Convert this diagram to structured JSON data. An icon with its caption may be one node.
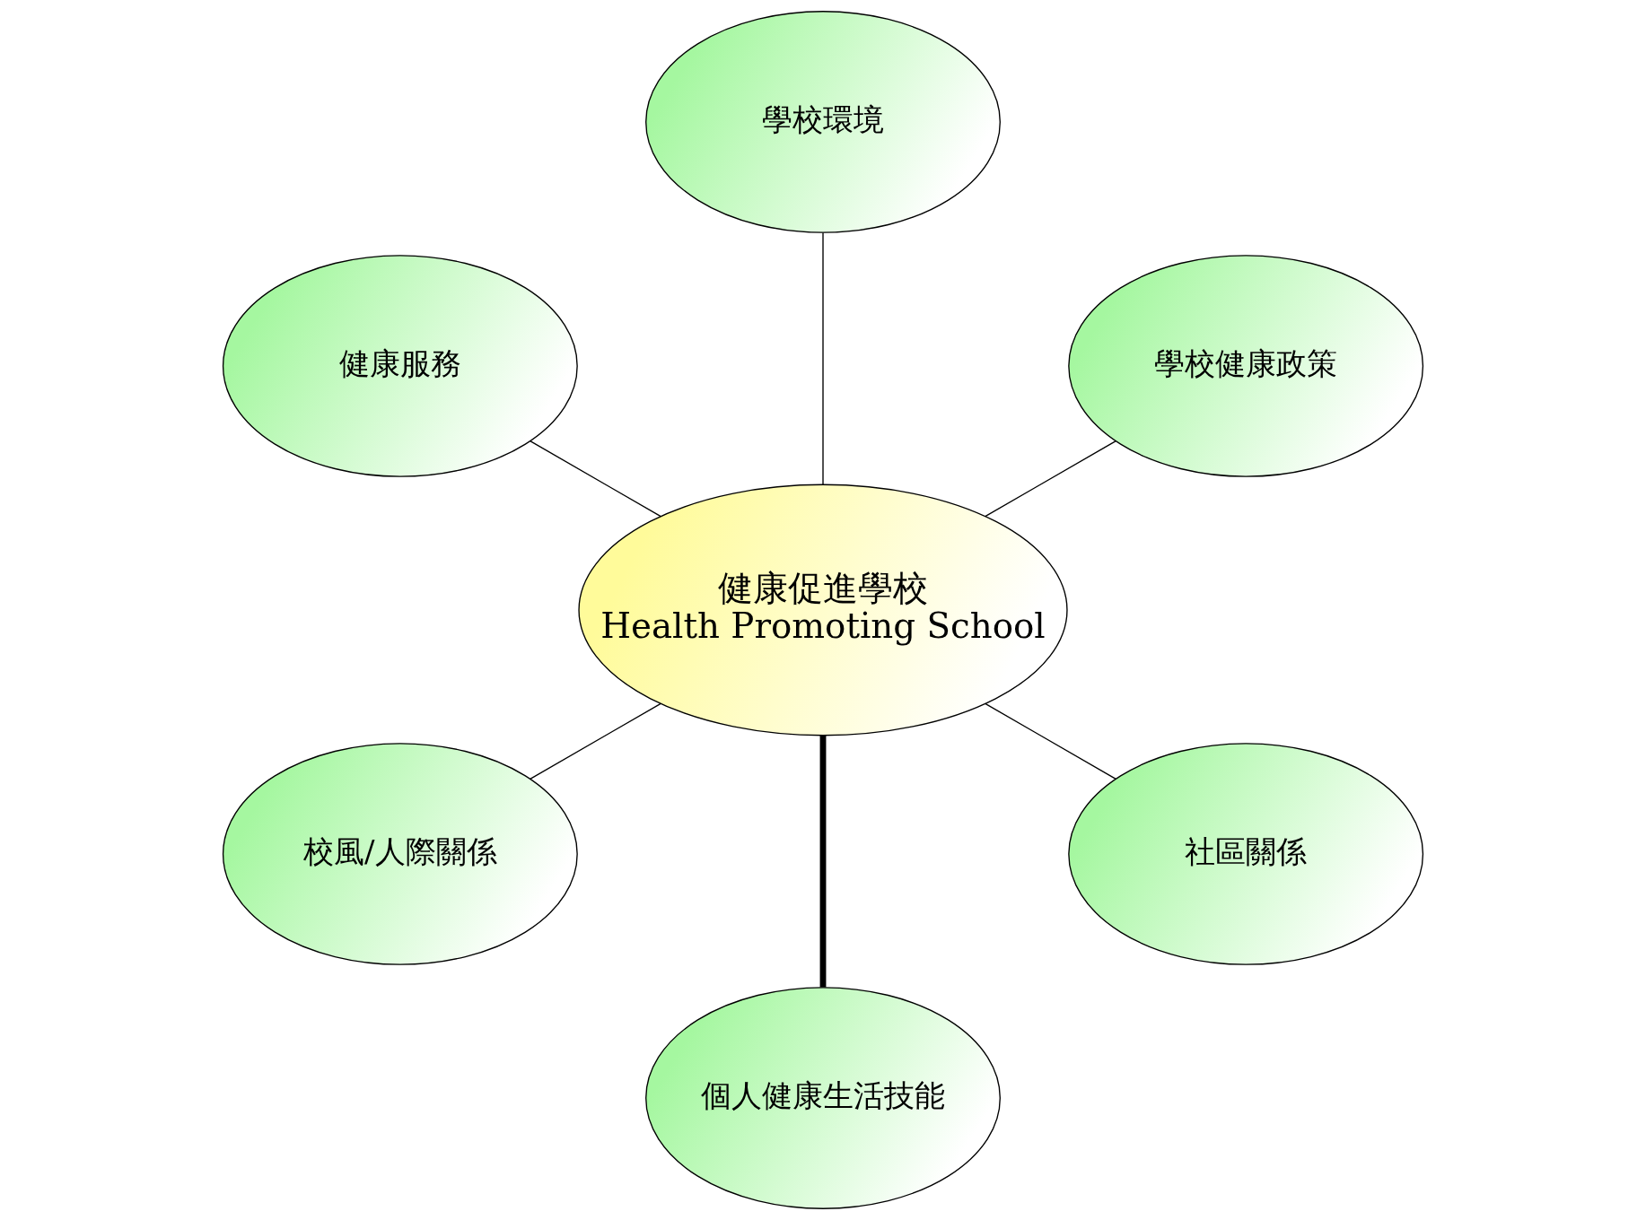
{
  "diagram": {
    "nodes": [
      {
        "text": [
          "學校健康政策"
        ]
      },
      {
        "text": [
          "學校環境"
        ]
      },
      {
        "text": [
          "健康服務"
        ]
      },
      {
        "text": [
          "健康促進學校",
          "Health Promoting School"
        ]
      },
      {
        "text": [
          "校風/人際關係"
        ]
      },
      {
        "text": [
          "個人健康生活技能"
        ]
      },
      {
        "text": [
          "社區關係"
        ]
      }
    ],
    "edges": [
      {
        "from": 3,
        "to": 0,
        "arrow": "none"
      },
      {
        "from": 3,
        "to": 1,
        "arrow": "none"
      },
      {
        "from": 3,
        "to": 2,
        "arrow": "none"
      },
      {
        "from": 3,
        "to": 4,
        "arrow": "none"
      },
      {
        "from": 3,
        "to": 5,
        "arrow": "none",
        "style": "thick"
      },
      {
        "from": 3,
        "to": 6,
        "arrow": "none"
      }
    ]
  }
}
